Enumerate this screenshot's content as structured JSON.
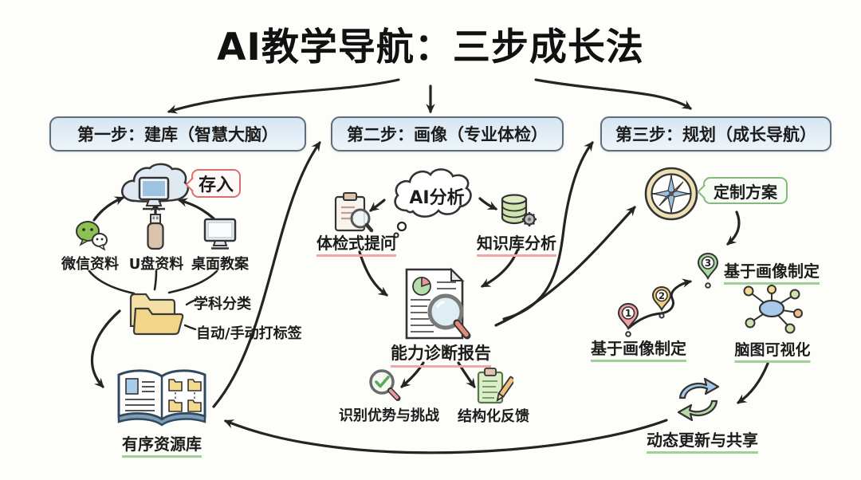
{
  "title": "AI教学导航：三步成长法",
  "steps": [
    {
      "label": "第一步：建库（智慧大脑）"
    },
    {
      "label": "第二步：画像（专业体检）"
    },
    {
      "label": "第三步：规划（成长导航）"
    }
  ],
  "step1": {
    "store_badge": "存入",
    "sources": [
      {
        "icon": "wechat-icon",
        "label": "微信资料"
      },
      {
        "icon": "usb-drive-icon",
        "label": "U盘资料"
      },
      {
        "icon": "desktop-icon",
        "label": "桌面教案"
      }
    ],
    "folder_tags": [
      {
        "label": "学科分类"
      },
      {
        "label": "自动/手动打标签"
      }
    ],
    "library_label": "有序资源库"
  },
  "step2": {
    "ai_cloud_label": "AI分析",
    "question_label": "体检式提问",
    "knowledge_label": "知识库分析",
    "report_label": "能力诊断报告",
    "strengths_label": "识别优势与挑战",
    "feedback_label": "结构化反馈"
  },
  "step3": {
    "plan_badge": "定制方案",
    "route_pins": [
      {
        "num": "1"
      },
      {
        "num": "2"
      },
      {
        "num": "3"
      }
    ],
    "based_on_profile_top": "基于画像制定",
    "based_on_profile_bottom": "基于画像制定",
    "mindmap_label": "脑图可视化",
    "update_label": "动态更新与共享"
  },
  "colors": {
    "ink": "#1c1c1c",
    "accent_red": "#d97070",
    "accent_green": "#85b97f",
    "underline_red": "#f2a6a6",
    "underline_green": "#9ed097",
    "header_border": "#5d6e7c",
    "header_fill": "#dde9f3"
  }
}
